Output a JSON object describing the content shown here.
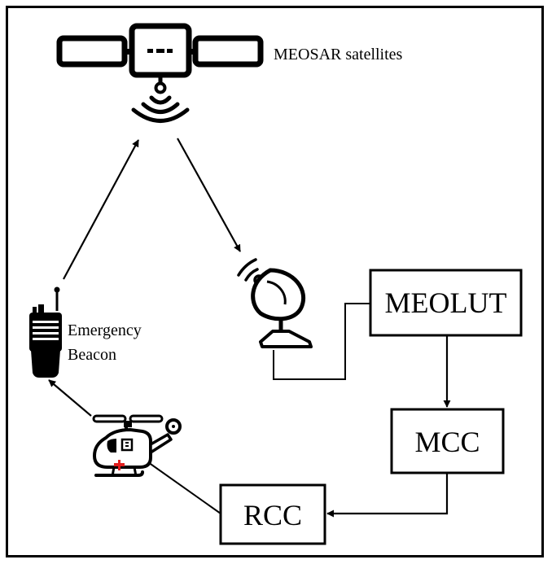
{
  "labels": {
    "satellites": "MEOSAR satellites",
    "beacon_line1": "Emergency",
    "beacon_line2": "Beacon"
  },
  "boxes": {
    "meolut": "MEOLUT",
    "mcc": "MCC",
    "rcc": "RCC"
  },
  "icons": {
    "satellite": "satellite-icon",
    "dish": "satellite-dish-icon",
    "beacon": "emergency-beacon-icon",
    "helicopter": "rescue-helicopter-icon"
  },
  "colors": {
    "line": "#000000",
    "cross": "#e01e1e"
  }
}
